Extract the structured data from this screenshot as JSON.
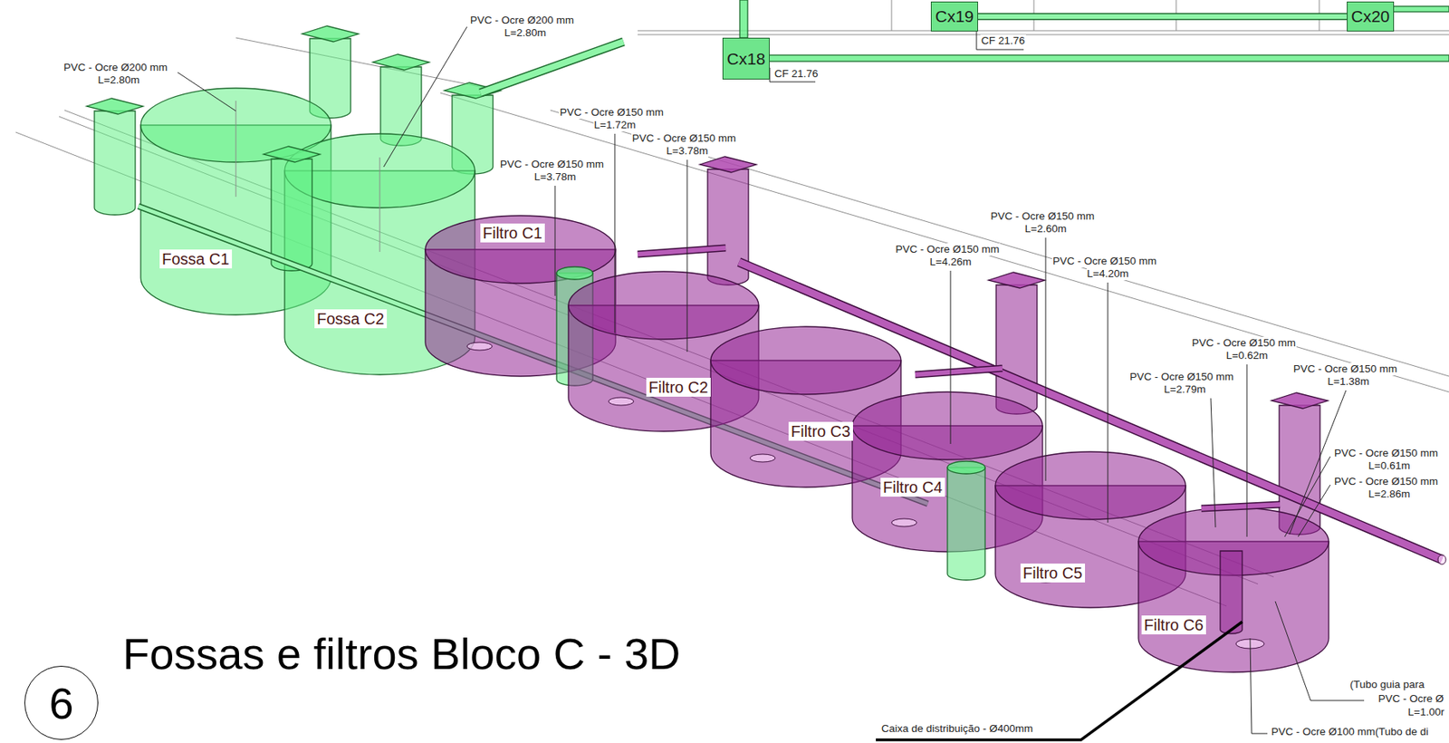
{
  "diagram": {
    "title": "Fossas e filtros Bloco C - 3D",
    "nodes": [
      {
        "text": [
          "Cx19"
        ]
      },
      {
        "text": [
          "Cx20"
        ]
      },
      {
        "text": [
          "Cx18"
        ]
      },
      {
        "text": [
          "Fossa C1"
        ]
      },
      {
        "text": [
          "Fossa C2"
        ]
      },
      {
        "text": [
          "Filtro C1"
        ]
      },
      {
        "text": [
          "Filtro C2"
        ]
      },
      {
        "text": [
          "Filtro C3"
        ]
      },
      {
        "text": [
          "Filtro C4"
        ]
      },
      {
        "text": [
          "Filtro C5"
        ]
      },
      {
        "text": [
          "Filtro C6"
        ]
      },
      {
        "text": [
          "6"
        ]
      }
    ],
    "edges": [
      {
        "from": 0,
        "to": 1,
        "arrow": "none"
      }
    ],
    "labels": [
      "PVC - Ocre Ø200 mm",
      "L=2.80m",
      "CF 21.76",
      "PVC - Ocre Ø200 mm",
      "L=2.80m",
      "CF 21.76",
      "PVC - Ocre Ø150 mm",
      "L=1.72m",
      "PVC - Ocre Ø150 mm",
      "L=3.78m",
      "PVC - Ocre Ø150 mm",
      "L=3.78m",
      "PVC - Ocre Ø150 mm",
      "L=2.60m",
      "PVC - Ocre Ø150 mm",
      "L=4.26m",
      "PVC - Ocre Ø150 mm",
      "L=4.20m",
      "PVC - Ocre Ø150 mm",
      "L=0.62m",
      "PVC - Ocre Ø150 mm",
      "L=1.38m",
      "PVC - Ocre Ø150 mm",
      "L=2.79m",
      "PVC - Ocre Ø150 mm",
      "L=0.61m",
      "PVC - Ocre Ø150 mm",
      "L=2.86m",
      "(Tubo guia para",
      "PVC - Ocre Ø",
      "L=1.00r",
      "Caixa de distribuição - Ø400mm",
      "PVC - Ocre Ø100 mm(Tubo de di"
    ]
  }
}
